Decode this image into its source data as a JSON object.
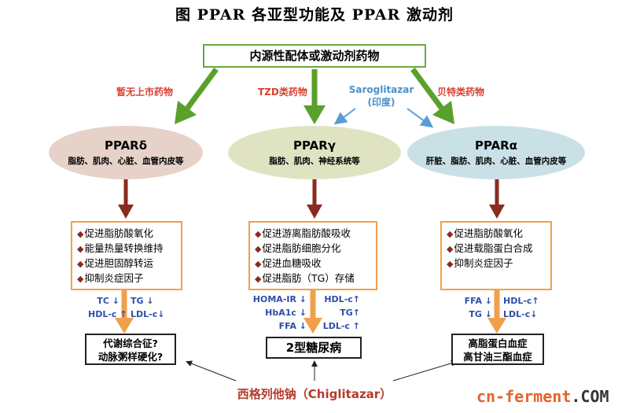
{
  "title": "图  PPAR 各亚型功能及 PPAR 激动剂",
  "source_box": "内源性配体或激动剂药物",
  "drug_labels": {
    "left": "暂无上市药物",
    "middle": "TZD类药物",
    "right": "贝特类药物",
    "saroglitazar_name": "Saroglitazar",
    "saroglitazar_country": "(印度)"
  },
  "receptors": [
    {
      "name": "PPARδ",
      "tissues": "脂肪、肌肉、心脏、血管内皮等",
      "color": "#e6d2c8"
    },
    {
      "name": "PPARγ",
      "tissues": "脂肪、肌肉、神经系统等",
      "color": "#e0e3c2"
    },
    {
      "name": "PPARα",
      "tissues": "肝脏、脂肪、肌肉、心脏、血管内皮等",
      "color": "#c9e1e6"
    }
  ],
  "effects": [
    [
      "促进脂肪酸氧化",
      "能量热量转换维持",
      "促进胆固醇转运",
      "抑制炎症因子"
    ],
    [
      "促进游离脂肪酸吸收",
      "促进脂肪细胞分化",
      "促进血糖吸收",
      "促进脂肪（TG）存储"
    ],
    [
      "促进脂肪酸氧化",
      "促进载脂蛋白合成",
      "抑制炎症因子"
    ]
  ],
  "markers": {
    "left_col1": [
      "TC ↓",
      "HDL-c ↑"
    ],
    "left_col2": [
      "TG ↓",
      "LDL-c↓"
    ],
    "mid_col1": [
      "HOMA-IR ↓",
      "HbA1c ↓",
      "FFA ↓"
    ],
    "mid_col2": [
      "HDL-c↑",
      "TG↑",
      "LDL-c ↑"
    ],
    "right_col1": [
      "FFA ↓",
      "TG ↓"
    ],
    "right_col2": [
      "HDL-c↑",
      "LDL-c↓"
    ]
  },
  "diseases": {
    "left": [
      "代谢综合征?",
      "动脉粥样硬化?"
    ],
    "middle": [
      "2型糖尿病"
    ],
    "right": [
      "高脂蛋白血症",
      "高甘油三酯血症"
    ]
  },
  "chiglitazar": "西格列他钠（Chiglitazar）",
  "watermark": {
    "part1": "cn-ferment",
    "part2": ".COM"
  },
  "colors": {
    "green_arrow": "#5aa02c",
    "dark_arrow": "#8b2a1e",
    "orange_arrow": "#f0a04b",
    "blue_arrow": "#5b9bd5",
    "marker_blue": "#2e4ea8",
    "label_red": "#d9412f"
  }
}
